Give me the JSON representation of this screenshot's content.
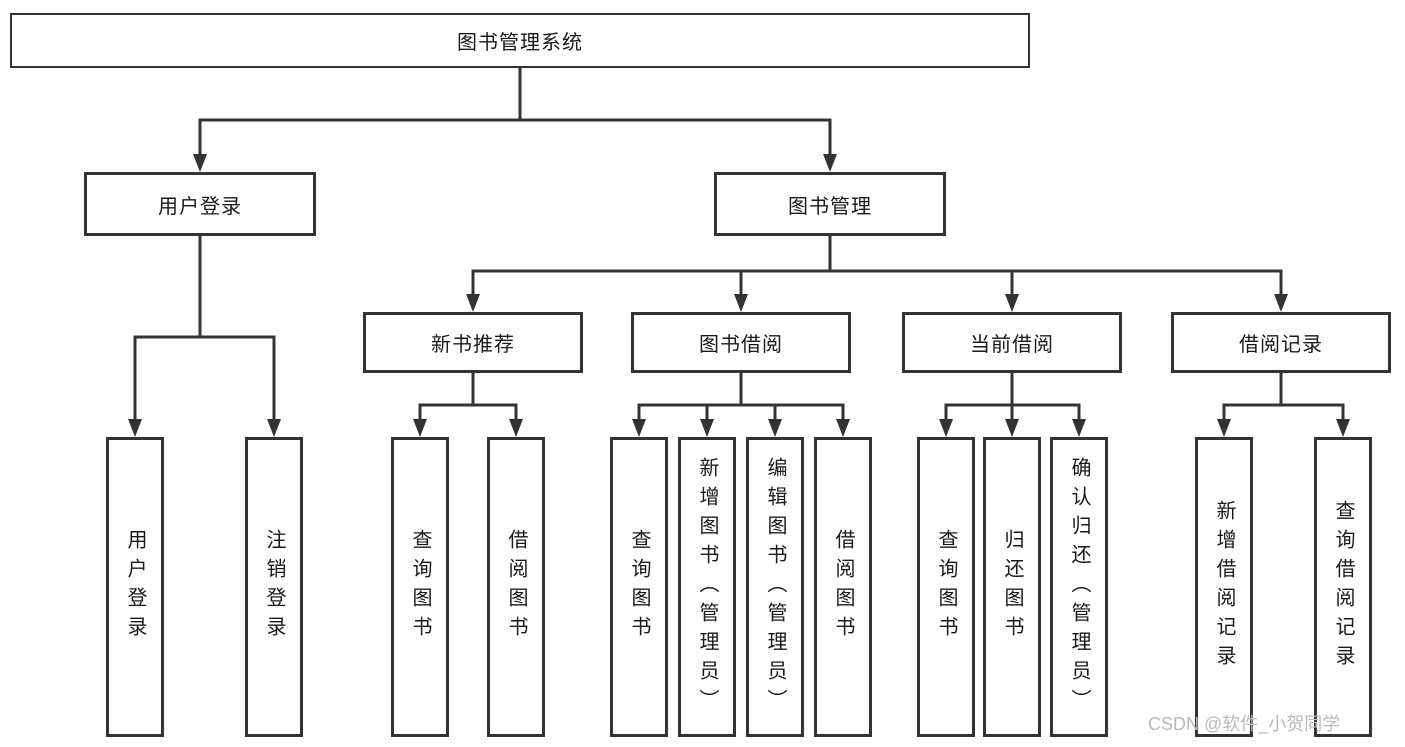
{
  "colors": {
    "line": "#333333",
    "text": "#1a1a1a",
    "box_background": "#ffffff",
    "watermark": "#b9b9b9"
  },
  "watermark": {
    "text": "CSDN @软件_小贺同学"
  },
  "tree": {
    "label": "图书管理系统",
    "children": [
      {
        "label": "用户登录",
        "children": [
          {
            "label": "用户登录"
          },
          {
            "label": "注销登录"
          }
        ]
      },
      {
        "label": "图书管理",
        "children": [
          {
            "label": "新书推荐",
            "children": [
              {
                "label": "查询图书"
              },
              {
                "label": "借阅图书"
              }
            ]
          },
          {
            "label": "图书借阅",
            "children": [
              {
                "label": "查询图书"
              },
              {
                "label": "新增图书（管理员）"
              },
              {
                "label": "编辑图书（管理员）"
              },
              {
                "label": "借阅图书"
              }
            ]
          },
          {
            "label": "当前借阅",
            "children": [
              {
                "label": "查询图书"
              },
              {
                "label": "归还图书"
              },
              {
                "label": "确认归还（管理员）"
              }
            ]
          },
          {
            "label": "借阅记录",
            "children": [
              {
                "label": "新增借阅记录"
              },
              {
                "label": "查询借阅记录"
              }
            ]
          }
        ]
      }
    ]
  }
}
